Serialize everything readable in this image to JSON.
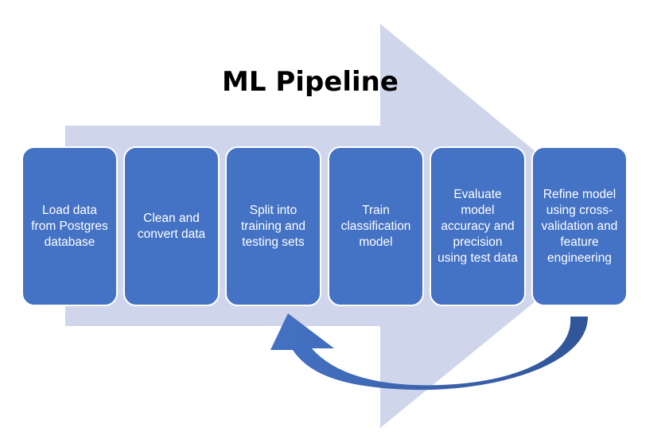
{
  "title": "ML Pipeline",
  "colors": {
    "big_arrow": "#cfd5eb",
    "step_fill": "#4472c4",
    "step_border": "#ffffff",
    "loop_arrow": "#4472c4",
    "loop_arrow_dark": "#2f5597",
    "title_text": "#000000"
  },
  "steps": [
    {
      "label": "Load data from Postgres database"
    },
    {
      "label": "Clean and convert data"
    },
    {
      "label": "Split into training and testing sets"
    },
    {
      "label": "Train classification model"
    },
    {
      "label": "Evaluate model accuracy and precision using test data"
    },
    {
      "label": "Refine model using cross-validation and feature engineering"
    }
  ],
  "loop_arrow": {
    "from": "Refine model using cross-validation and feature engineering",
    "to": "Split into training and testing sets"
  }
}
